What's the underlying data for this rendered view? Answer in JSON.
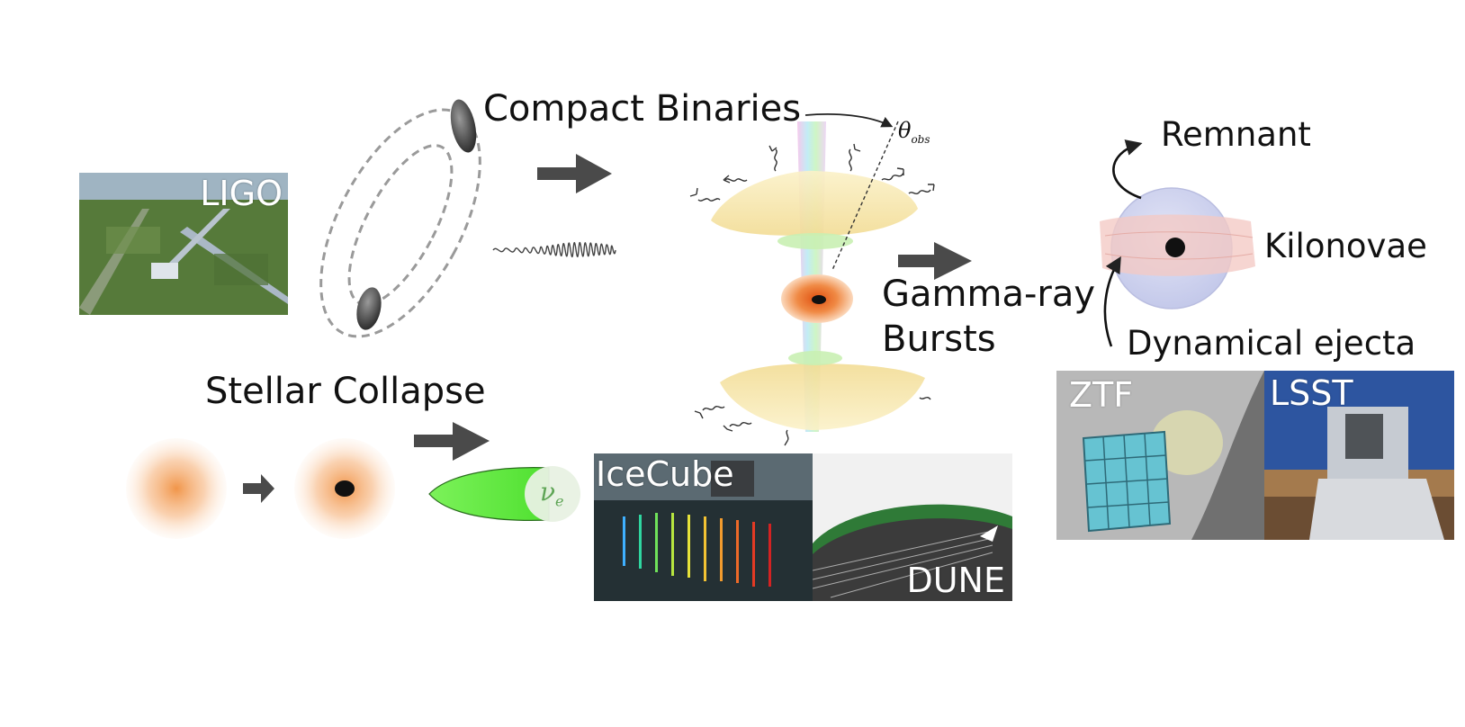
{
  "labels": {
    "compact_binaries": "Compact Binaries",
    "stellar_collapse": "Stellar Collapse",
    "gamma_ray_line1": "Gamma-ray",
    "gamma_ray_line2": "Bursts",
    "remnant": "Remnant",
    "kilonovae": "Kilonovae",
    "dynamical_ejecta": "Dynamical ejecta",
    "theta": "θ",
    "theta_sub": "obs",
    "nu": "ν",
    "nu_sub": "e"
  },
  "photos": {
    "ligo": "LIGO",
    "icecube": "IceCube",
    "dune": "DUNE",
    "ztf": "ZTF",
    "lsst": "LSST"
  },
  "colors": {
    "arrow": "#4a4a4a",
    "collapse_orange": "#f2a25c",
    "neutrino_green": "#66ee44",
    "jet_shell": "#f5e6a8",
    "kilonova_ring": "#f3c9c4",
    "remnant_sphere": "#cfd3ee"
  }
}
